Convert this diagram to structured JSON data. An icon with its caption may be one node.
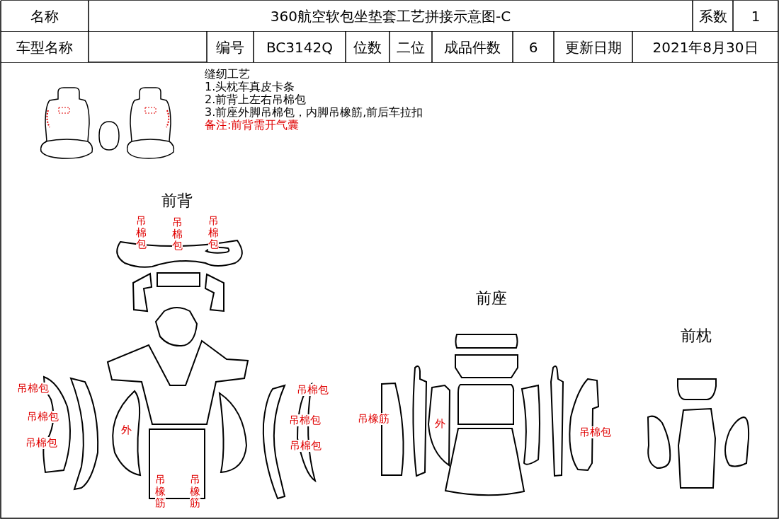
{
  "diagram": {
    "title": "360航空软包坐垫套工艺拼接示意图-C",
    "labels": [
      "名称",
      "系数",
      "1",
      "车型名称",
      "编号",
      "BC3142Q",
      "位数",
      "二位",
      "成品件数",
      "6",
      "更新日期",
      "2021年8月30日",
      "缝纫工艺",
      "1.头枕车真皮卡条",
      "2.前背上左右吊棉包",
      "3.前座外脚吊棉包，内脚吊橡筋,前后车拉扣",
      "备注:前背需开气囊",
      "前背",
      "吊棉包",
      "吊棉包",
      "吊棉包",
      "吊棉包",
      "吊棉包",
      "吊棉包",
      "外",
      "吊棉包",
      "吊棉包",
      "吊棉包",
      "吊橡筋",
      "吊橡筋",
      "前座",
      "吊橡筋",
      "外",
      "吊棉包",
      "前枕"
    ]
  }
}
